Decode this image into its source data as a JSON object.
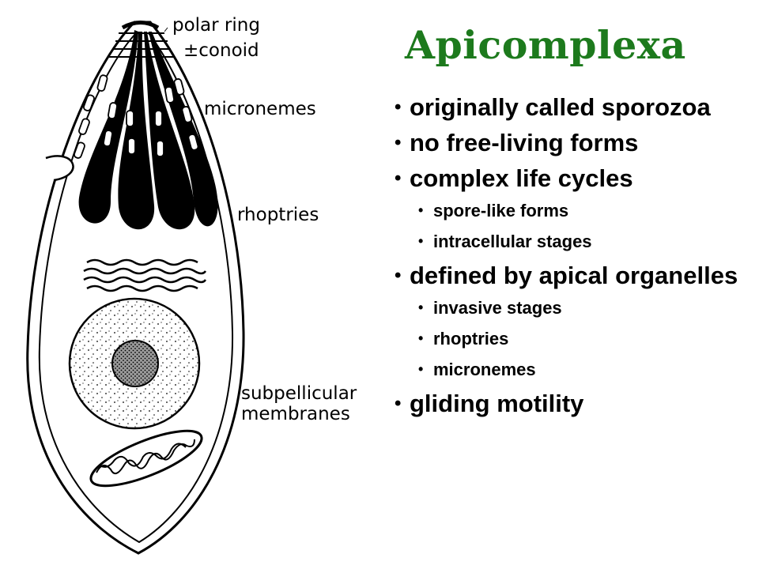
{
  "title": "Apicomplexa",
  "diagram_labels": {
    "polar_ring": "polar ring",
    "conoid": "±conoid",
    "micronemes": "micronemes",
    "rhoptries": "rhoptries",
    "subpellicular_line1": "subpellicular",
    "subpellicular_line2": "membranes"
  },
  "bullets": [
    {
      "text": "originally called sporozoa",
      "level": 1
    },
    {
      "text": "no free-living forms",
      "level": 1
    },
    {
      "text": "complex life cycles",
      "level": 1
    },
    {
      "text": "spore-like forms",
      "level": 2
    },
    {
      "text": "intracellular stages",
      "level": 2
    },
    {
      "text": "defined by apical organelles",
      "level": 1
    },
    {
      "text": "invasive stages",
      "level": 2
    },
    {
      "text": "rhoptries",
      "level": 2
    },
    {
      "text": "micronemes",
      "level": 2
    },
    {
      "text": "gliding motility",
      "level": 1
    }
  ],
  "colors": {
    "title": "#1d7a1d",
    "text": "#000000"
  }
}
